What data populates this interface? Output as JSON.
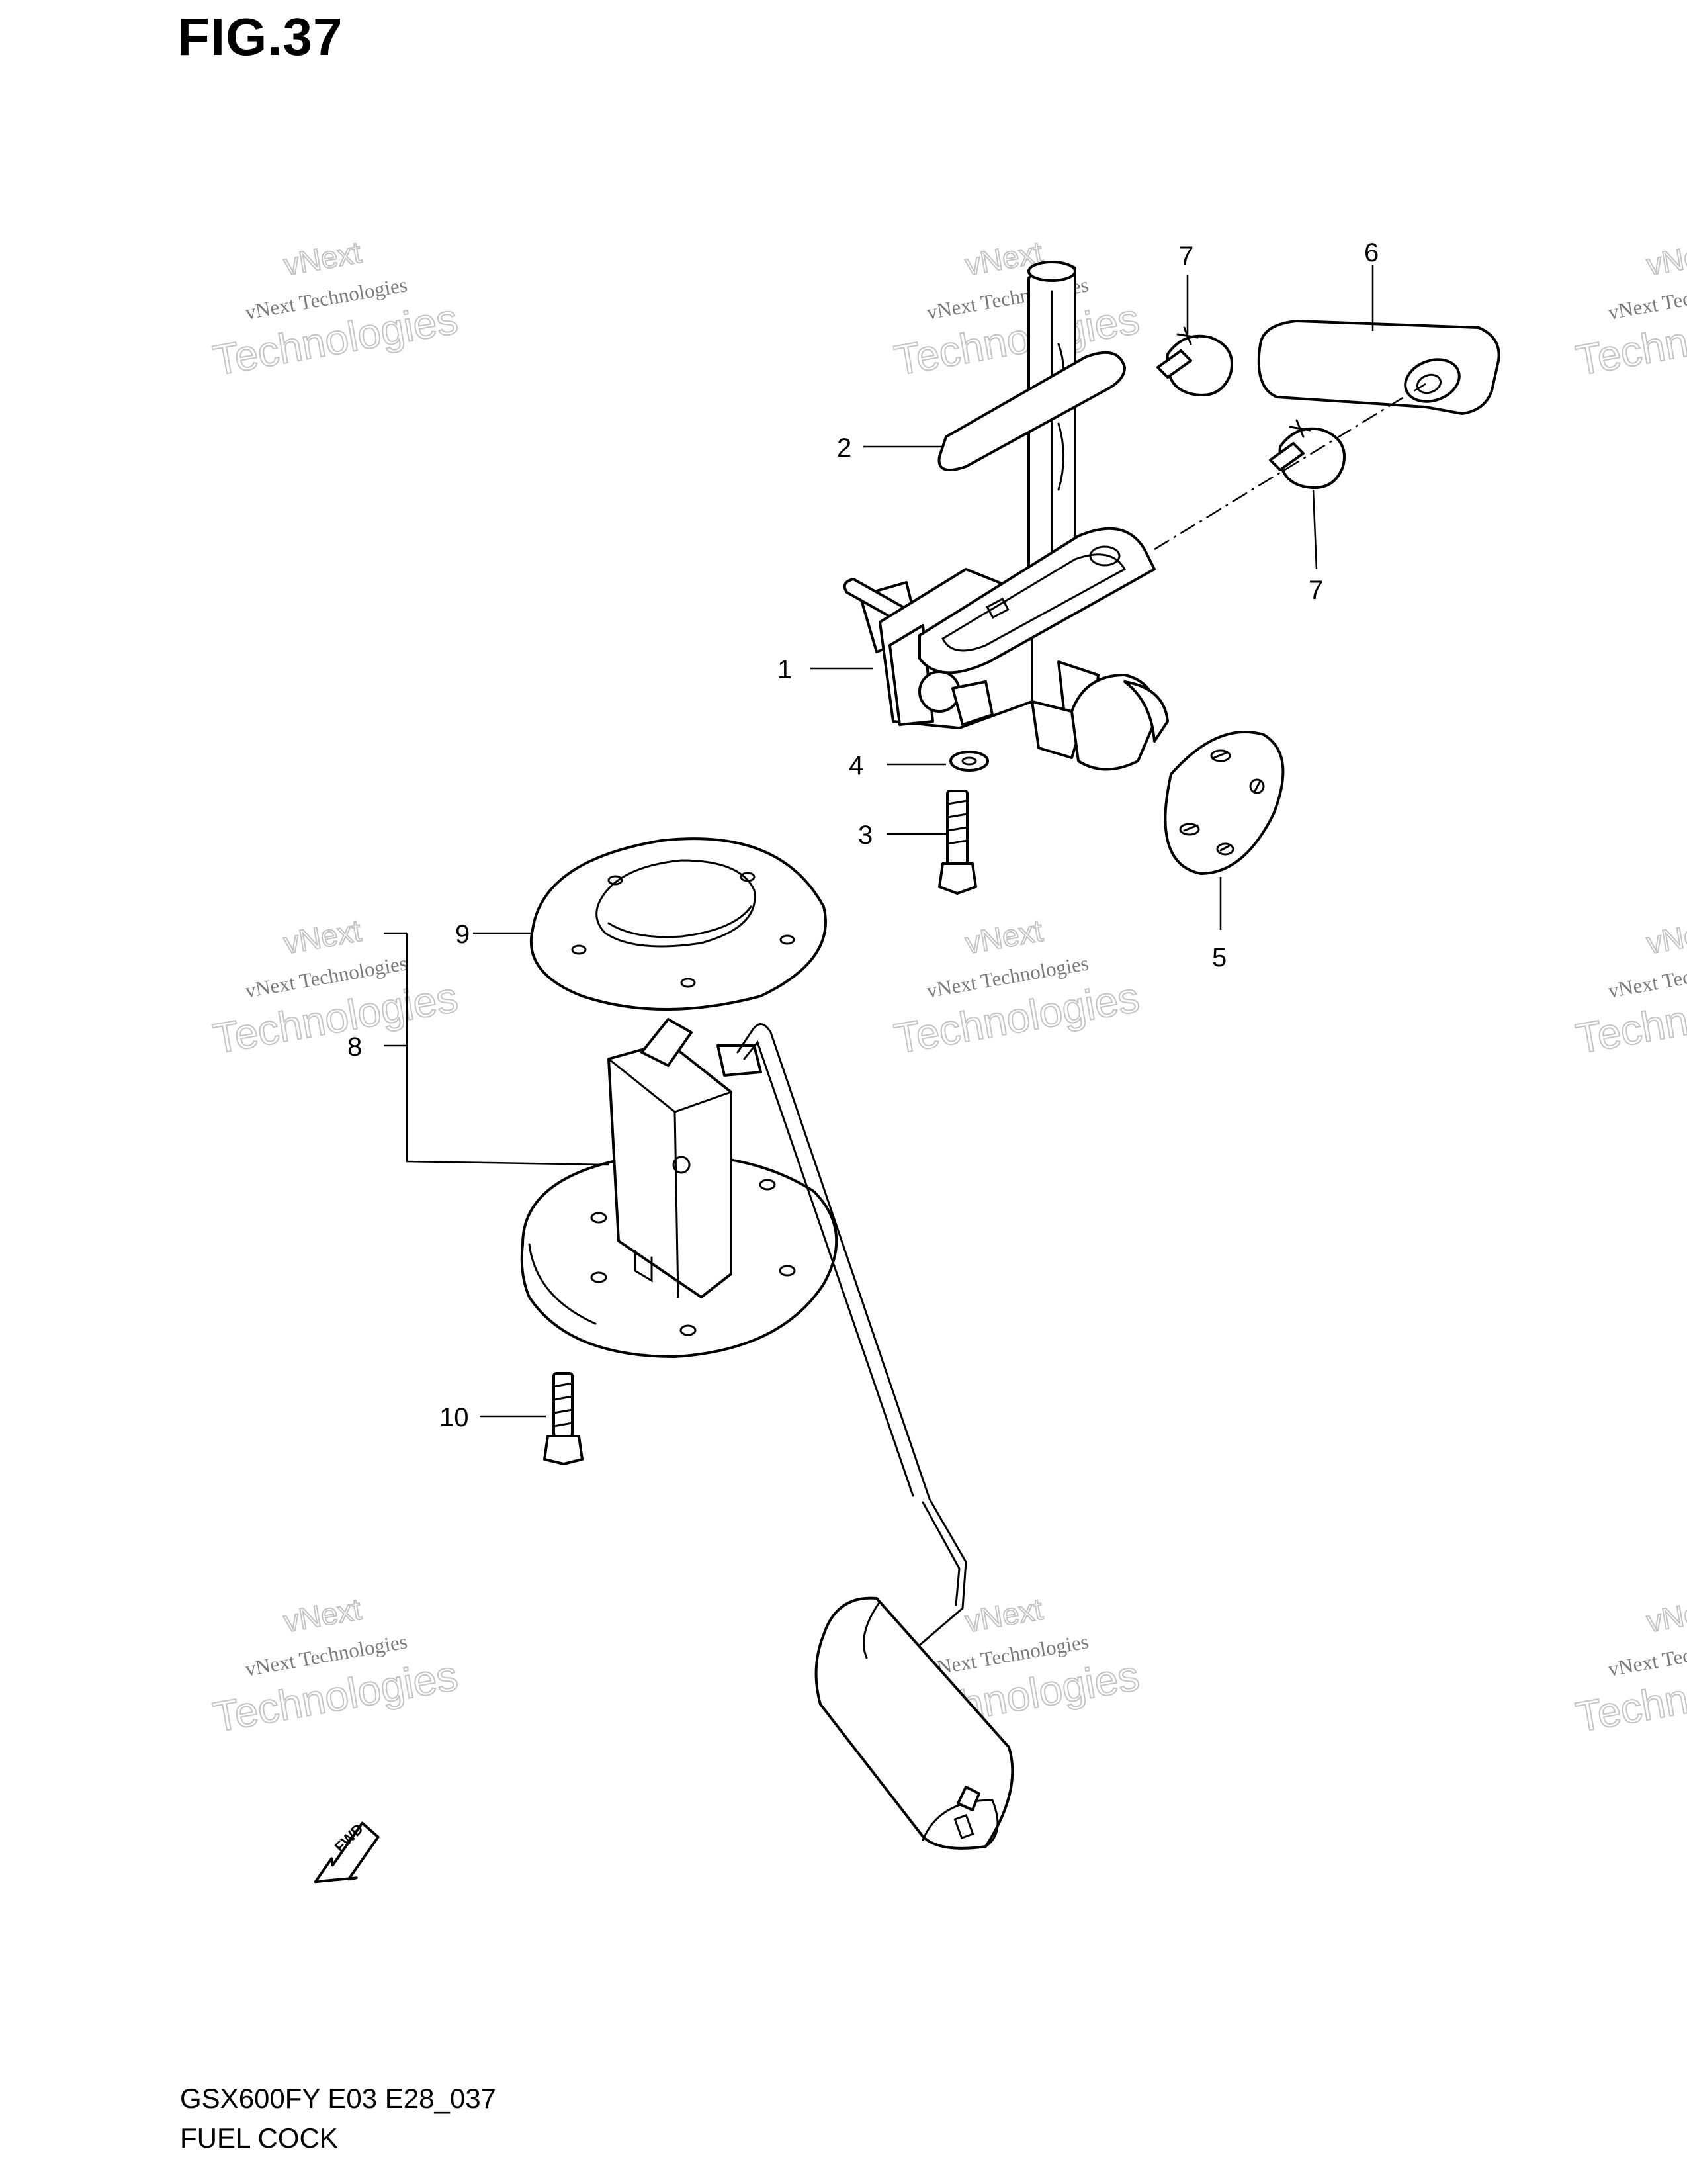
{
  "figure": {
    "title": "FIG.37",
    "model_code": "GSX600FY E03 E28_037",
    "name": "FUEL COCK",
    "fwd_label": "FWD"
  },
  "callouts": [
    "1",
    "2",
    "3",
    "4",
    "5",
    "6",
    "7",
    "7",
    "8",
    "9",
    "10"
  ],
  "watermark": {
    "line0": "vNext",
    "line1": "vNext Technologies",
    "line2": "Technologies"
  }
}
